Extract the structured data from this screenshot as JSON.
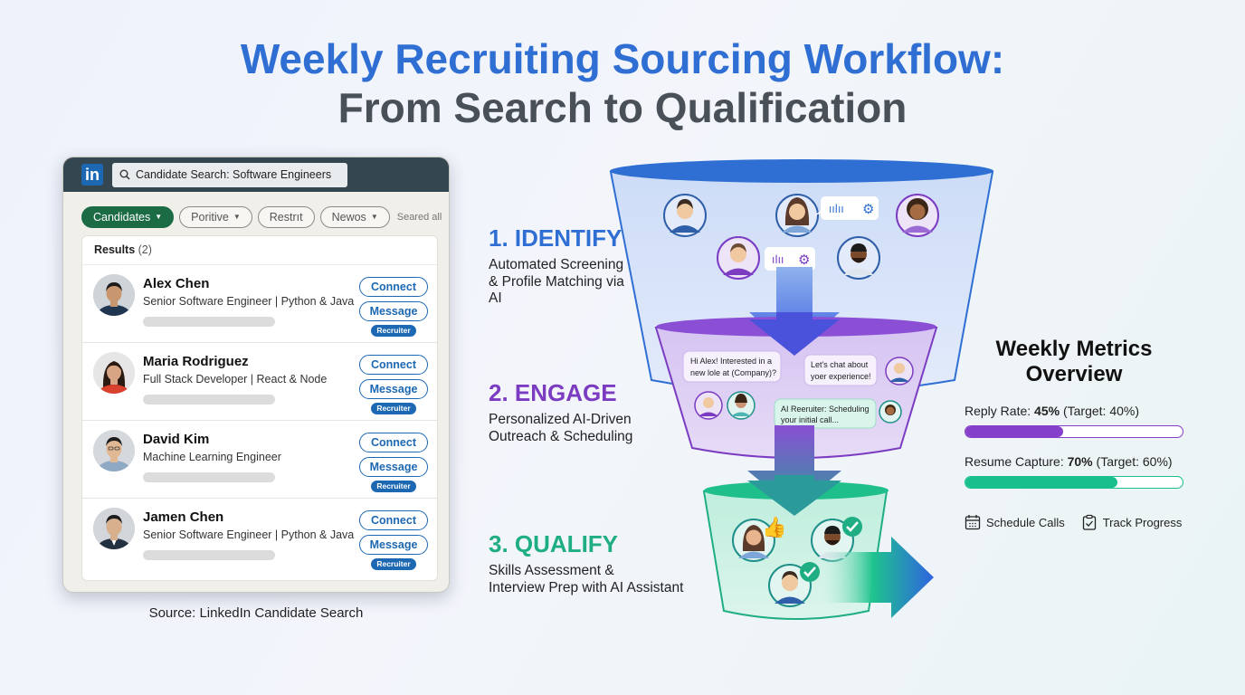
{
  "title": {
    "line1": "Weekly Recruiting Sourcing Workflow:",
    "line2": "From Search to Qualification"
  },
  "linkedin": {
    "logo": "in",
    "search_value": "Candidate Search: Software Engineers",
    "filters": [
      {
        "label": "Candidates",
        "active": true,
        "dropdown": true
      },
      {
        "label": "Poritive",
        "active": false,
        "dropdown": true
      },
      {
        "label": "Restrıt",
        "active": false,
        "dropdown": false
      },
      {
        "label": "Newos",
        "active": false,
        "dropdown": true
      }
    ],
    "filters_link": "Seared all",
    "results_label": "Results",
    "results_count": "(2)",
    "candidates": [
      {
        "name": "Alex Chen",
        "headline": "Senior Software Engineer | Python & Java",
        "connect": "Connect",
        "message": "Message",
        "badge": "Recruiter",
        "skin": "#c9976f",
        "hair": "#1c1c1c",
        "shirt": "#1f3550"
      },
      {
        "name": "Maria Rodriguez",
        "headline": "Full Stack Developer | React & Node",
        "connect": "Connect",
        "message": "Message",
        "badge": "Recruiter",
        "skin": "#d7a583",
        "hair": "#2a1a12",
        "shirt": "#d7412e"
      },
      {
        "name": "David Kim",
        "headline": "Machine Learning Engineer",
        "connect": "Connect",
        "message": "Message",
        "badge": "Recruiter",
        "skin": "#e0b894",
        "hair": "#1c1c1c",
        "shirt": "#8fa8c4"
      },
      {
        "name": "Jamen Chen",
        "headline": "Senior Software Engineer | Python & Java",
        "connect": "Connect",
        "message": "Message",
        "badge": "Recruiter",
        "skin": "#d9b08e",
        "hair": "#1c1c1c",
        "shirt": "#22303f"
      }
    ],
    "source": "Source: LinkedIn Candidate Search"
  },
  "steps": [
    {
      "title": "1. IDENTIFY",
      "desc_lines": [
        "Automated Screening",
        "& Profile Matching via",
        "AI"
      ],
      "color": "#2f6fd3"
    },
    {
      "title": "2. ENGAGE",
      "desc_lines": [
        "Personalized AI-Driven",
        "Outreach & Scheduling"
      ],
      "color": "#7b3cc2"
    },
    {
      "title": "3. QUALIFY",
      "desc_lines": [
        "Skills Assessment &",
        "Interview Prep with AI Assistant"
      ],
      "color": "#1fae83"
    }
  ],
  "funnel": {
    "chat_bubbles": [
      {
        "text_lines": [
          "Hi Alex! Interested in a",
          "new lole at (Company)?"
        ]
      },
      {
        "text_lines": [
          "Let's chat about",
          "yoer experience!"
        ]
      },
      {
        "text_lines": [
          "AI Reeruiter: Scheduling",
          "your initial call..."
        ]
      }
    ]
  },
  "metrics": {
    "title_lines": [
      "Weekly Metrics",
      "Overview"
    ],
    "items": [
      {
        "label": "Reply Rate: ",
        "value": "45%",
        "target": " (Target: 40%)",
        "percent": 45,
        "color": "#8540c9"
      },
      {
        "label": "Resume Capture: ",
        "value": "70%",
        "target": " (Target: 60%)",
        "percent": 70,
        "color": "#19bf8c"
      }
    ],
    "actions": [
      {
        "label": "Schedule Calls",
        "icon": "calendar-icon"
      },
      {
        "label": "Track Progress",
        "icon": "clipboard-check-icon"
      }
    ]
  }
}
